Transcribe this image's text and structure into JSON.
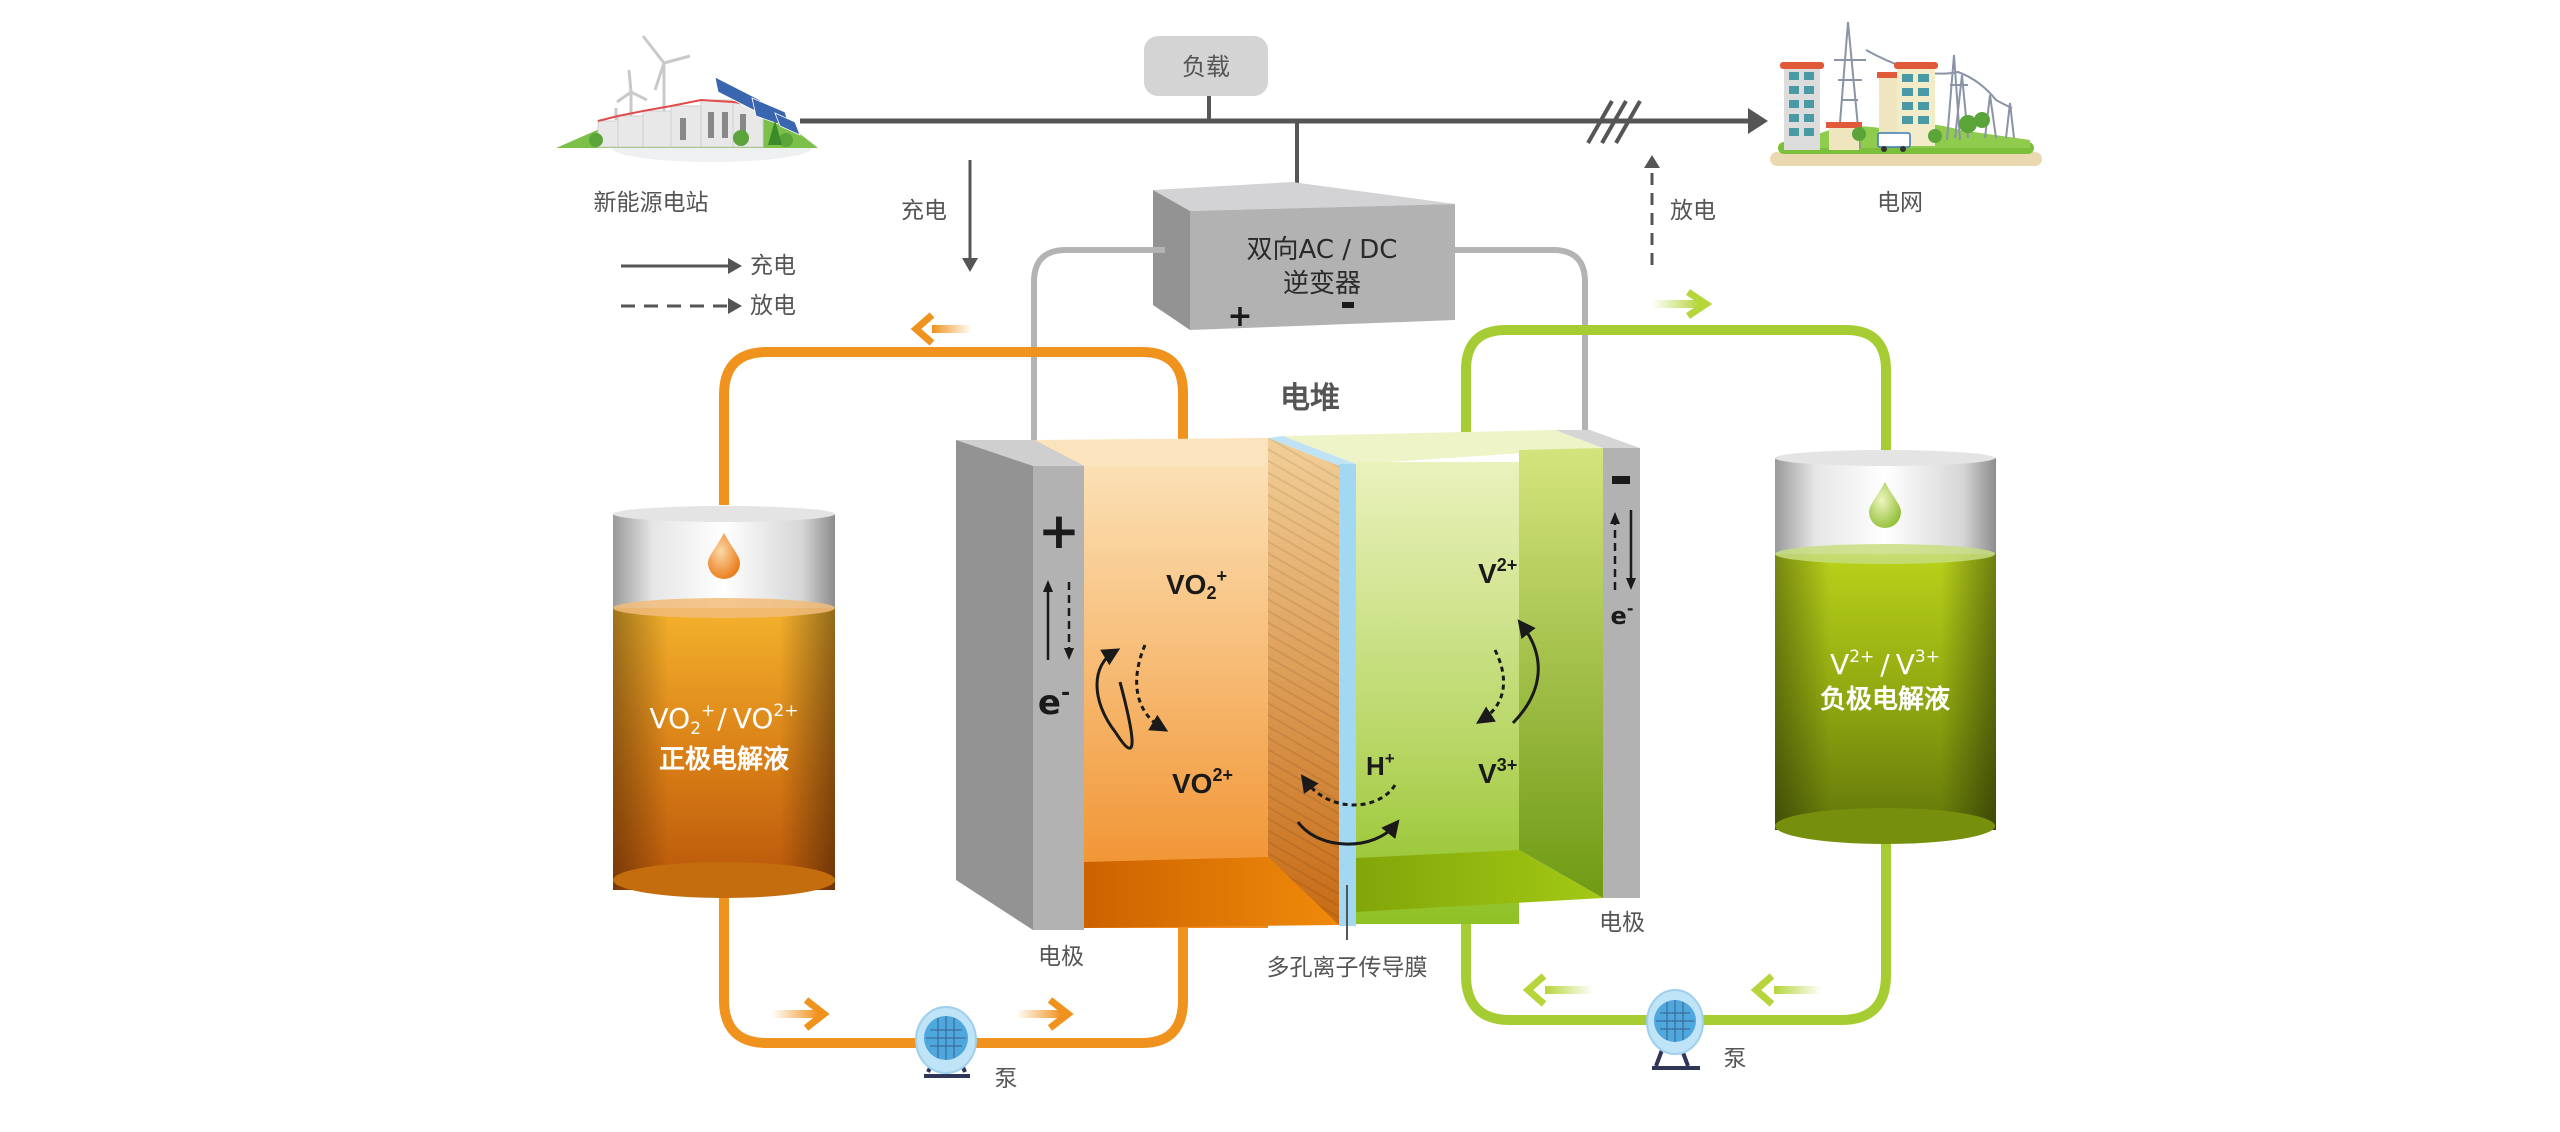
{
  "top": {
    "source_label": "新能源电站",
    "load_label": "负载",
    "grid_label": "电网",
    "charge_label": "充电",
    "discharge_label": "放电"
  },
  "legend": {
    "charge": "充电",
    "discharge": "放电",
    "charge_style": "solid",
    "discharge_style": "dashed"
  },
  "inverter": {
    "line1": "双向AC / DC",
    "line2": "逆变器",
    "plus": "+",
    "minus": "-"
  },
  "stack": {
    "title": "电堆",
    "left_electrode_sign": "+",
    "right_electrode_sign": "-",
    "electron_label": "e",
    "electron_sup": "-",
    "electrode_label_left": "电极",
    "electrode_label_right": "电极",
    "membrane_label": "多孔离子传导膜",
    "positive_ion_top": "VO",
    "positive_ion_top_sub": "2",
    "positive_ion_top_sup": "+",
    "positive_ion_bottom": "VO",
    "positive_ion_bottom_sup": "2+",
    "negative_ion_top": "V",
    "negative_ion_top_sup": "2+",
    "negative_ion_bottom": "V",
    "negative_ion_bottom_sup": "3+",
    "proton": "H",
    "proton_sup": "+"
  },
  "tanks": {
    "positive": {
      "formula_a": "VO",
      "formula_a_sub": "2",
      "formula_a_sup": "+",
      "separator": "/",
      "formula_b": "VO",
      "formula_b_sup": "2+",
      "name": "正极电解液"
    },
    "negative": {
      "formula_a": "V",
      "formula_a_sup": "2+",
      "separator": "/",
      "formula_b": "V",
      "formula_b_sup": "3+",
      "name": "负极电解液"
    }
  },
  "pumps": {
    "left_label": "泵",
    "right_label": "泵"
  },
  "colors": {
    "positive_loop": "#f0921e",
    "negative_loop": "#a6cc34",
    "wire": "#b3b3b3",
    "bus": "#555555",
    "membrane": "#a2d8f2"
  }
}
